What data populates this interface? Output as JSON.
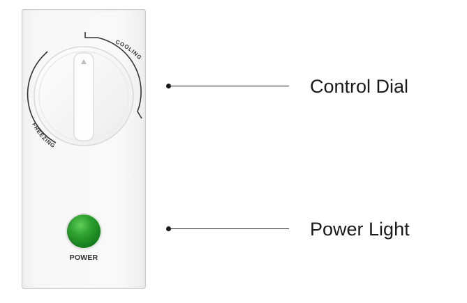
{
  "panel": {
    "dial": {
      "cooling_label": "COOLING",
      "freezing_label": "FREEZING"
    },
    "power": {
      "label": "POWER",
      "light_color": "#2ea02e"
    }
  },
  "callouts": {
    "control_dial": "Control Dial",
    "power_light": "Power Light"
  }
}
